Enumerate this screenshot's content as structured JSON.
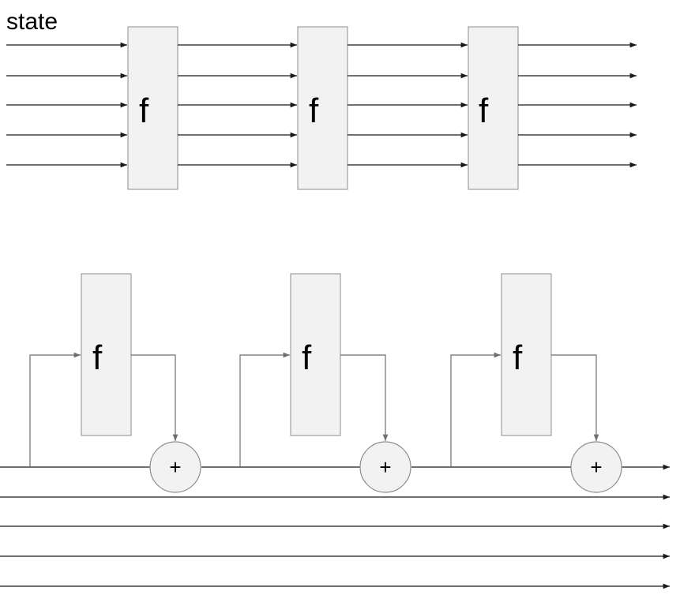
{
  "state_label": "state",
  "top_blocks": [
    {
      "label": "f"
    },
    {
      "label": "f"
    },
    {
      "label": "f"
    }
  ],
  "bottom_blocks": [
    {
      "label": "f",
      "op": "+"
    },
    {
      "label": "f",
      "op": "+"
    },
    {
      "label": "f",
      "op": "+"
    }
  ]
}
